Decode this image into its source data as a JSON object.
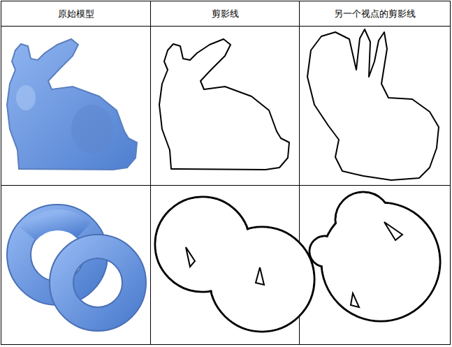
{
  "diagram": {
    "labels": [
      "原始模型",
      "剪影线",
      "另一个视点的剪影线"
    ]
  }
}
